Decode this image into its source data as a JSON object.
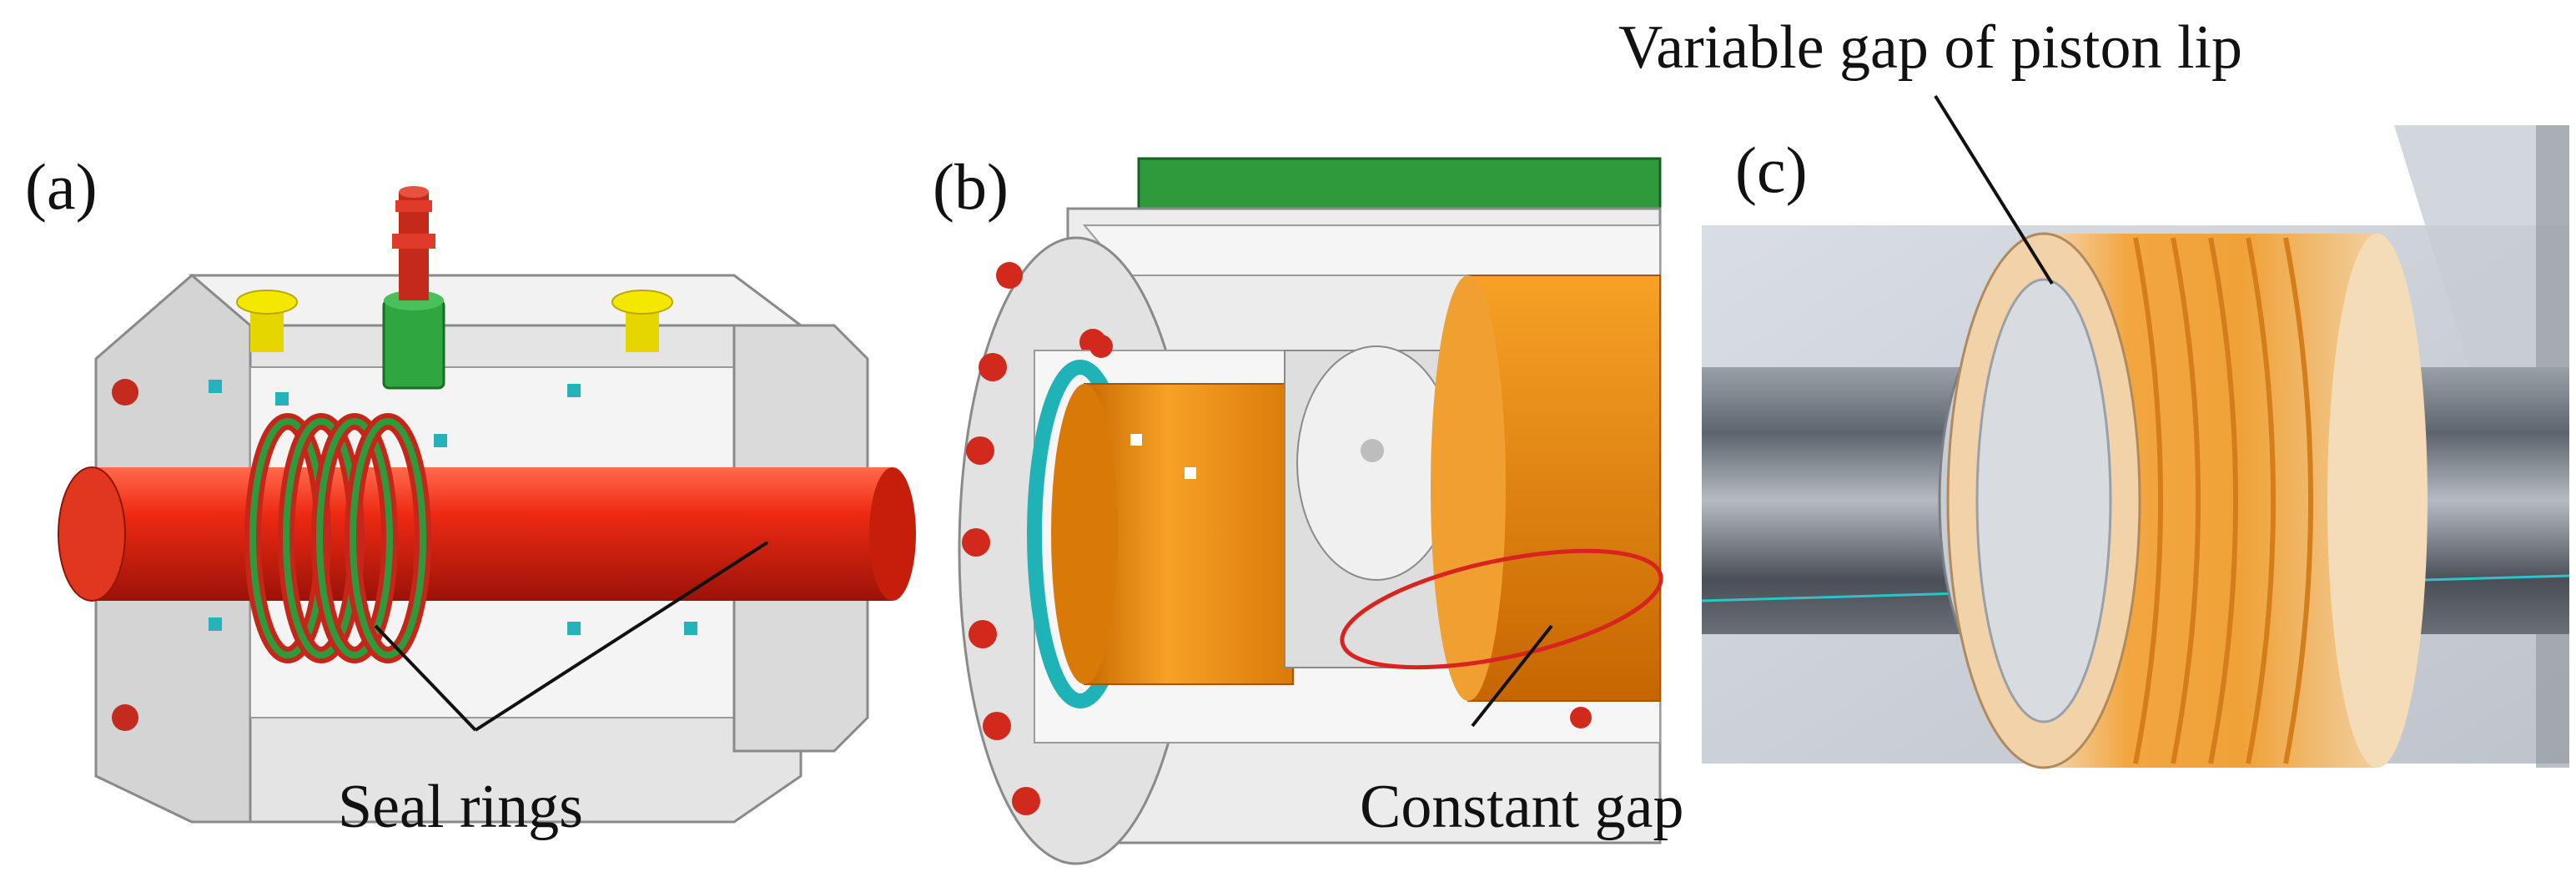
{
  "panels": [
    {
      "letter": "(a)"
    },
    {
      "letter": "(b)"
    },
    {
      "letter": "(c)"
    }
  ],
  "callouts": {
    "seal_rings": "Seal rings",
    "constant_gap": "Constant gap",
    "variable_gap": "Variable gap of piston lip"
  },
  "colors": {
    "rod": "#e0200e",
    "seal_green": "#2f9a3c",
    "fitting_yellow": "#f2e200",
    "fitting_green": "#2ea640",
    "housing": "#e6e6e6",
    "cyan_seal": "#1fb3b8",
    "piston_orange": "#f0961a",
    "highlight_ellipse": "#d8231f",
    "cutaway_bg": "#cfd3da"
  }
}
